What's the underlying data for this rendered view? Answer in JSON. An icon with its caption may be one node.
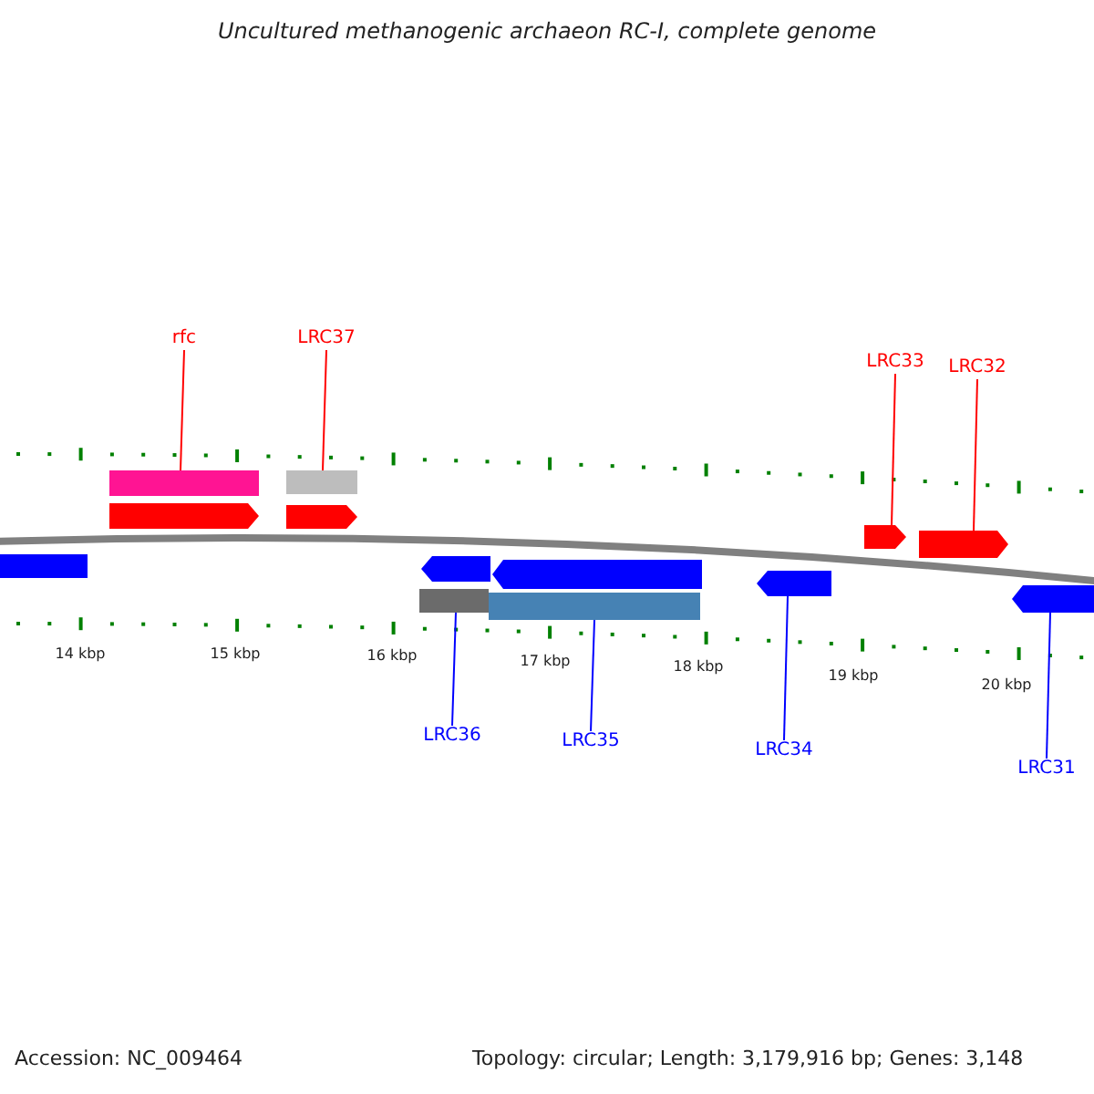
{
  "diagram": {
    "title": "Uncultured methanogenic archaeon RC-I, complete genome",
    "nodes": [
      {
        "text": [
          "rfc"
        ]
      },
      {
        "text": [
          "LRC37"
        ]
      },
      {
        "text": [
          "LRC33"
        ]
      },
      {
        "text": [
          "LRC32"
        ]
      },
      {
        "text": [
          "LRC36"
        ]
      },
      {
        "text": [
          "LRC35"
        ]
      },
      {
        "text": [
          "LRC34"
        ]
      },
      {
        "text": [
          "LRC31"
        ]
      },
      {
        "text": [],
        "shape": "bar"
      },
      {
        "text": [],
        "shape": "bar"
      },
      {
        "text": [],
        "shape": "pentagon"
      },
      {
        "text": [],
        "shape": "pentagon"
      },
      {
        "text": [],
        "shape": "bar"
      },
      {
        "text": [],
        "shape": "bar"
      },
      {
        "text": [],
        "shape": "pentagon"
      },
      {
        "text": [],
        "shape": "pentagon"
      },
      {
        "text": [],
        "shape": "pentagon"
      },
      {
        "text": [],
        "shape": "pentagon"
      },
      {
        "text": [],
        "shape": "pentagon"
      },
      {
        "text": [],
        "shape": "pentagon"
      },
      {
        "text": [],
        "shape": "pentagon"
      }
    ],
    "edges": [
      {
        "from": 0,
        "to": 8,
        "arrow": "none",
        "color": "#ff0000"
      },
      {
        "from": 1,
        "to": 9,
        "arrow": "none",
        "color": "#ff0000"
      },
      {
        "from": 2,
        "to": 10,
        "arrow": "none",
        "color": "#ff0000"
      },
      {
        "from": 3,
        "to": 11,
        "arrow": "none",
        "color": "#ff0000"
      },
      {
        "from": 4,
        "to": 12,
        "arrow": "none",
        "color": "#0000ff"
      },
      {
        "from": 5,
        "to": 13,
        "arrow": "none",
        "color": "#0000ff"
      },
      {
        "from": 6,
        "to": 14,
        "arrow": "none",
        "color": "#0000ff"
      },
      {
        "from": 7,
        "to": 15,
        "arrow": "none",
        "color": "#0000ff"
      }
    ],
    "labels": [
      "14 kbp",
      "15 kbp",
      "16 kbp",
      "17 kbp",
      "18 kbp",
      "19 kbp",
      "20 kbp",
      "Accession: NC_009464",
      "Topology: circular; Length: 3,179,916 bp; Genes: 3,148"
    ]
  }
}
